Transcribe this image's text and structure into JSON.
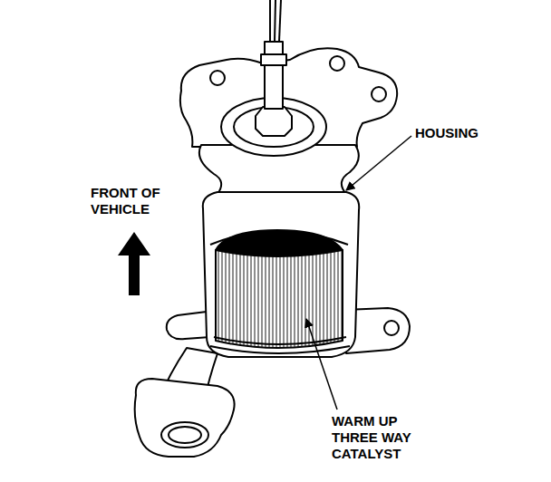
{
  "diagram": {
    "labels": [
      "HOUSING",
      "FRONT OF VEHICLE",
      "WARM UP THREE WAY CATALYST"
    ]
  }
}
